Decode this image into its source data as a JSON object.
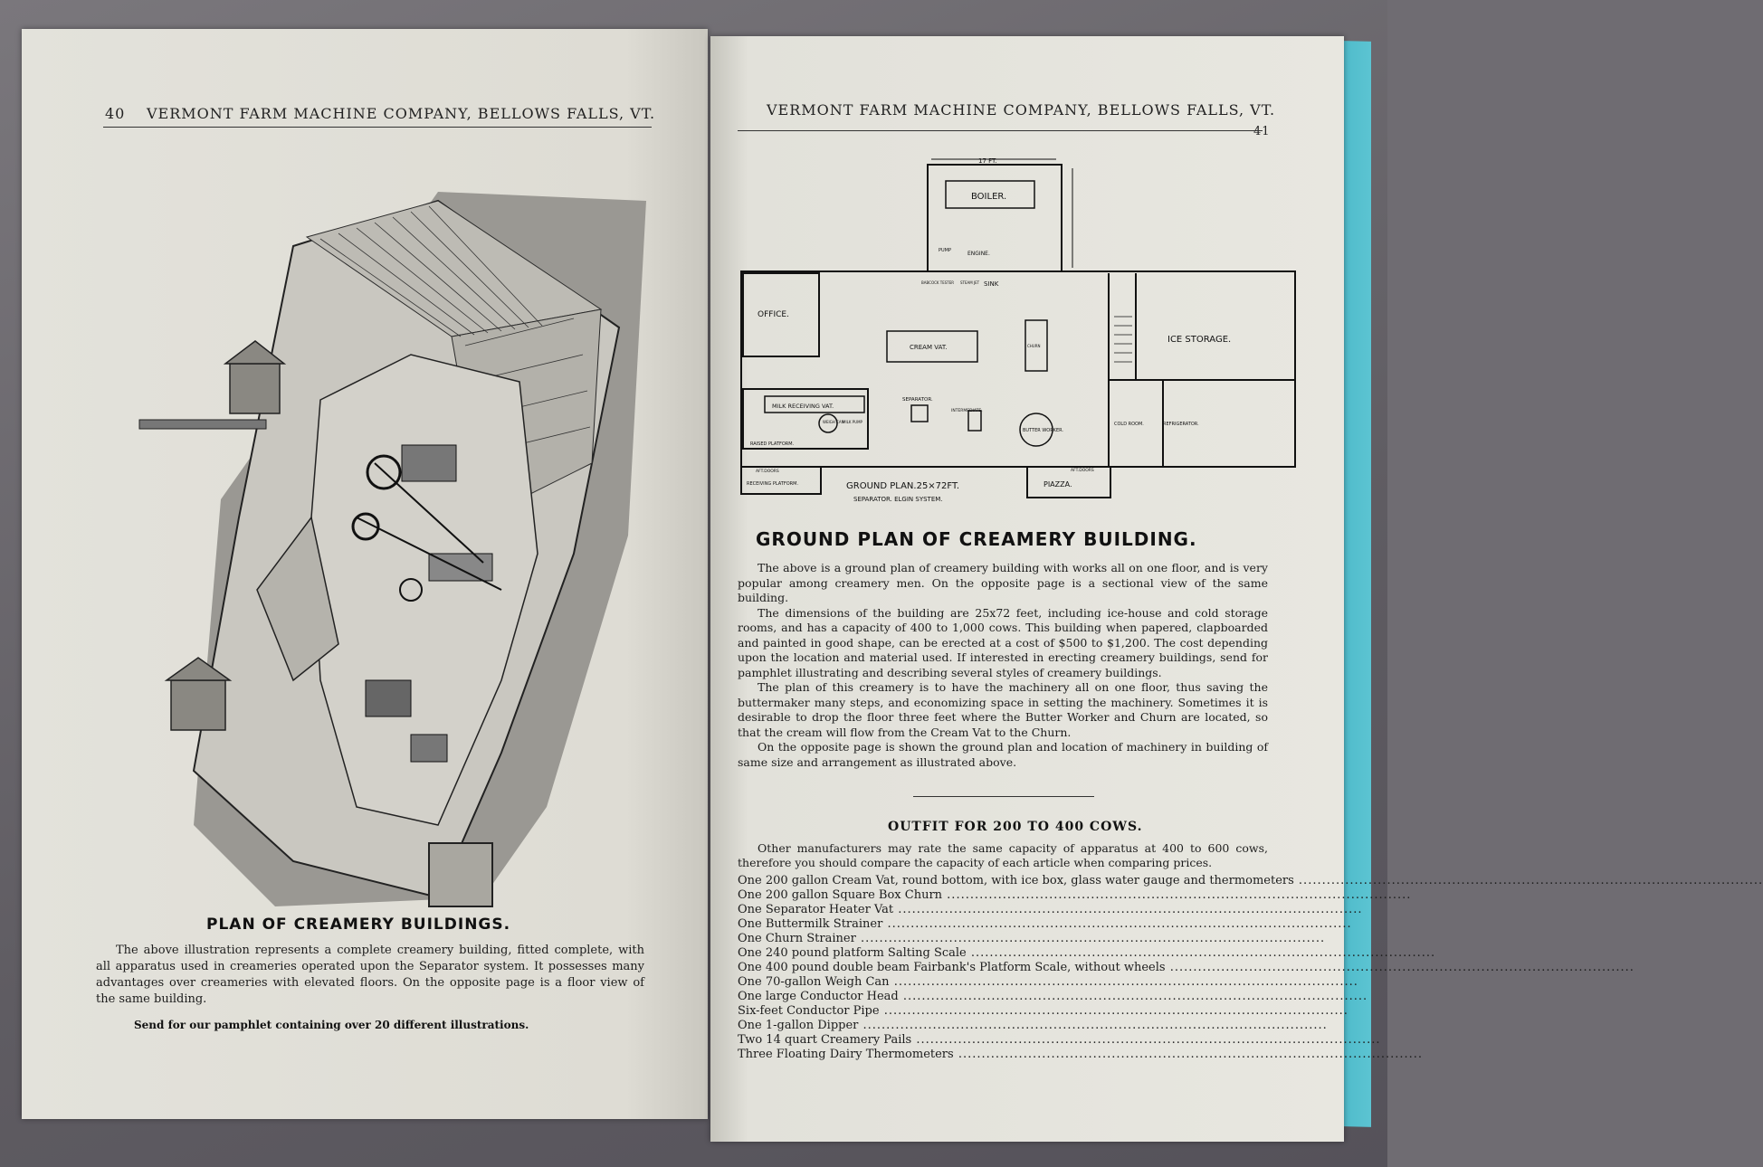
{
  "left_page": {
    "page_number": "40",
    "header": "VERMONT FARM MACHINE COMPANY, BELLOWS FALLS, VT.",
    "caption_title": "PLAN OF CREAMERY BUILDINGS.",
    "body": "The above illustration represents a complete creamery building, fitted complete, with all apparatus used in creameries operated upon the Separator system. It possesses many advantages over creameries with elevated floors. On the opposite page is a floor view of the same building.",
    "note": "Send for our pamphlet containing over 20 different illustrations."
  },
  "right_page": {
    "page_number": "41",
    "header": "VERMONT FARM MACHINE COMPANY, BELLOWS FALLS, VT.",
    "plan_labels": {
      "width": "17 FT.",
      "boiler": "BOILER.",
      "engine": "ENGINE.",
      "pump": "PUMP",
      "babcock": "BABCOCK TESTER",
      "steam_jet": "STEAM JET",
      "sink": "SINK",
      "office": "OFFICE.",
      "cream_vat": "CREAM VAT.",
      "churn": "CHURN",
      "ice_storage": "ICE STORAGE.",
      "milk_receiving_vat": "MILK RECEIVING VAT.",
      "separator": "SEPARATOR.",
      "intermediate": "INTERMEDIATE.",
      "weigh_can": "WEIGH CAN",
      "milk_pump": "MILK PUMP",
      "butter_worker": "BUTTER WORKER.",
      "cold_room": "COLD ROOM.",
      "refrigerator": "REFRIGERATOR.",
      "raised_platform": "RAISED PLATFORM.",
      "aft_doors_left": "AFT.DOORS",
      "receiving_platform": "RECEIVING PLATFORM.",
      "ground_plan": "GROUND PLAN.25×72FT.",
      "separator_system": "SEPARATOR. ELGIN SYSTEM.",
      "piazza": "PIAZZA.",
      "aft_doors_right": "AFT.DOORS"
    },
    "title": "GROUND PLAN OF CREAMERY BUILDING.",
    "paragraphs": [
      "The above is a ground plan of creamery building with works all on one floor, and is very popular among creamery men. On the opposite page is a sectional view of the same building.",
      "The dimensions of the building are 25x72 feet, including ice-house and cold storage rooms, and has a capacity of 400 to 1,000 cows. This building when papered, clapboarded and painted in good shape, can be erected at a cost of $500 to $1,200. The cost depending upon the location and material used. If interested in erecting creamery buildings, send for pamphlet illustrating and describing several styles of creamery buildings.",
      "The plan of this creamery is to have the machinery all on one floor, thus saving the buttermaker many steps, and economizing space in setting the machinery. Sometimes it is desirable to drop the floor three feet where the Butter Worker and Churn are located, so that the cream will flow from the Cream Vat to the Churn.",
      "On the opposite page is shown the ground plan and location of machinery in building of same size and arrangement as illustrated above."
    ],
    "outfit_title": "OUTFIT FOR 200 TO 400 COWS.",
    "outfit_intro": "Other manufacturers may rate the same capacity of apparatus at 400 to 600 cows, therefore you should compare the capacity of each article when comparing prices.",
    "outfit_items": [
      "One 200 gallon Cream Vat, round bottom, with ice box, glass water gauge and thermometers",
      "One 200 gallon Square Box Churn",
      "One Separator Heater Vat",
      "One Buttermilk Strainer",
      "One Churn Strainer",
      "One 240 pound platform Salting Scale",
      "One 400 pound double beam Fairbank's Platform Scale, without wheels",
      "One 70-gallon Weigh Can",
      "One large Conductor Head",
      "Six-feet Conductor Pipe",
      "One 1-gallon Dipper",
      "Two 14 quart Creamery Pails",
      "Three Floating Dairy Thermometers"
    ]
  }
}
